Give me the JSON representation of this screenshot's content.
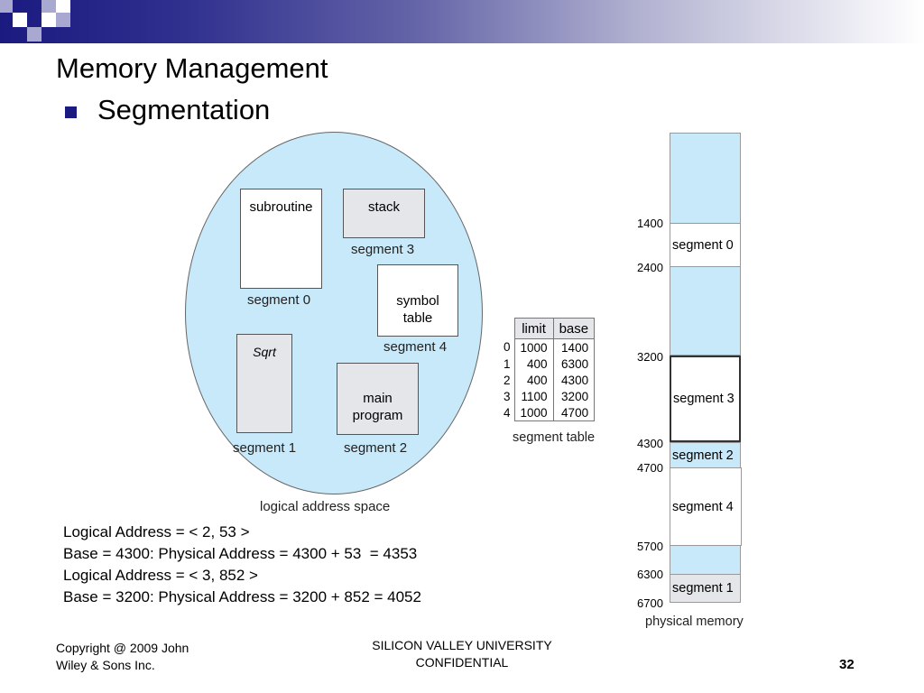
{
  "slide": {
    "title": "Memory Management",
    "subtitle": "Segmentation",
    "page_number": "32"
  },
  "logical_space": {
    "caption": "logical address space",
    "blocks": {
      "subroutine": "subroutine",
      "stack": "stack",
      "symbol_table": "symbol\ntable",
      "sqrt": "Sqrt",
      "main_program": "main\nprogram"
    },
    "labels": {
      "seg0": "segment 0",
      "seg1": "segment 1",
      "seg2": "segment 2",
      "seg3": "segment 3",
      "seg4": "segment 4"
    }
  },
  "segment_table": {
    "caption": "segment table",
    "headers": [
      "limit",
      "base"
    ],
    "rows": [
      {
        "index": "0",
        "limit": "1000",
        "base": "1400"
      },
      {
        "index": "1",
        "limit": "400",
        "base": "6300"
      },
      {
        "index": "2",
        "limit": "400",
        "base": "4300"
      },
      {
        "index": "3",
        "limit": "1100",
        "base": "3200"
      },
      {
        "index": "4",
        "limit": "1000",
        "base": "4700"
      }
    ]
  },
  "physical_memory": {
    "caption": "physical memory",
    "addresses": [
      "1400",
      "2400",
      "3200",
      "4300",
      "4700",
      "5700",
      "6300",
      "6700"
    ],
    "segments": {
      "s0": "segment 0",
      "s3": "segment 3",
      "s2": "segment 2",
      "s4": "segment 4",
      "s1": "segment 1"
    }
  },
  "notes": [
    "Logical Address = < 2, 53 >",
    "Base = 4300: Physical Address = 4300 + 53  = 4353",
    "Logical Address = < 3, 852 >",
    "Base = 3200: Physical Address = 3200 + 852 = 4052"
  ],
  "footer": {
    "copyright": "Copyright @ 2009 John\nWiley & Sons Inc.",
    "confidential": "SILICON VALLEY UNIVERSITY\nCONFIDENTIAL"
  },
  "colors": {
    "header_dark": "#1a1a80",
    "segment_blue": "#c7e9f9",
    "segment_grey": "#e4e6ea"
  }
}
